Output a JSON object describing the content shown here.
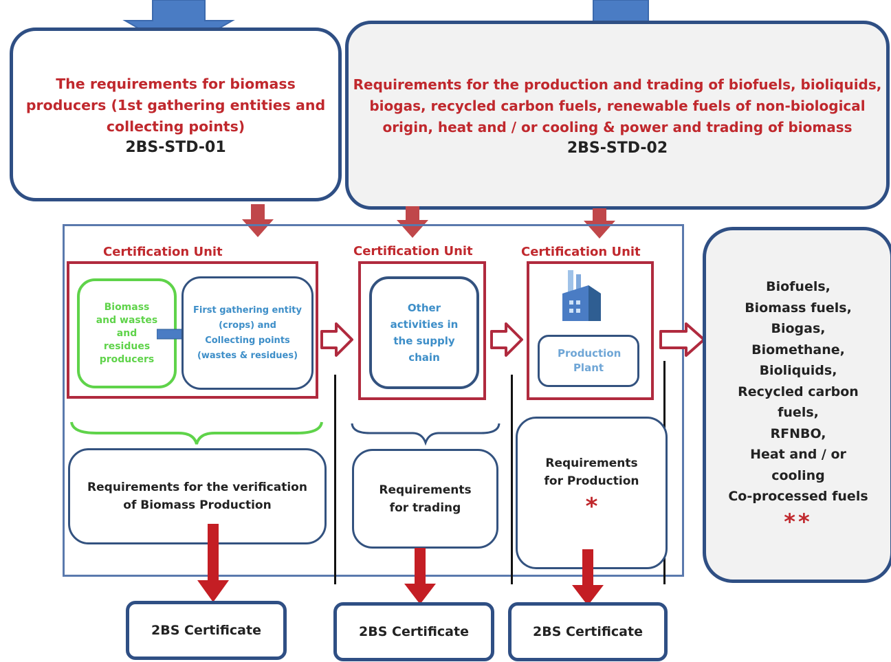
{
  "top_left": {
    "title_lines": [
      "The requirements for biomass",
      "producers (1st gathering entities and",
      "collecting points)"
    ],
    "code": "2BS-STD-01"
  },
  "top_right": {
    "title_lines": [
      "Requirements for the production and trading of biofuels, bioliquids,",
      "biogas, recycled carbon fuels, renewable fuels of non-biological",
      "origin, heat and / or cooling & power and trading of biomass"
    ],
    "code": "2BS-STD-02"
  },
  "units": [
    {
      "label": "Certification Unit",
      "producers": "Biomass and wastes and residues producers",
      "gathering": "First gathering entity (crops) and Collecting points (wastes & residues)",
      "requirement": "Requirements for the verification of Biomass Production",
      "certificate": "2BS Certificate"
    },
    {
      "label": "Certification Unit",
      "activity": "Other activities in the supply chain",
      "requirement": "Requirements for trading",
      "certificate": "2BS Certificate"
    },
    {
      "label": "Certification Unit",
      "plant": "Production Plant",
      "requirement": "Requirements for Production",
      "mark": "*",
      "certificate": "2BS Certificate"
    }
  ],
  "outputs": {
    "lines": [
      "Biofuels,",
      "Biomass fuels,",
      "Biogas,",
      "Biomethane,",
      "Bioliquids,",
      "Recycled carbon",
      "fuels,",
      "RFNBO,",
      "Heat and / or",
      "cooling",
      "Co-processed fuels"
    ],
    "mark": "**"
  },
  "colors": {
    "navy": "#2f4f84",
    "red": "#c0282d",
    "green": "#5fd34a",
    "light_blue": "#3d8ec8",
    "big_arrow_blue": "#4a7cc4",
    "down_arrow_red": "#c0474a"
  }
}
